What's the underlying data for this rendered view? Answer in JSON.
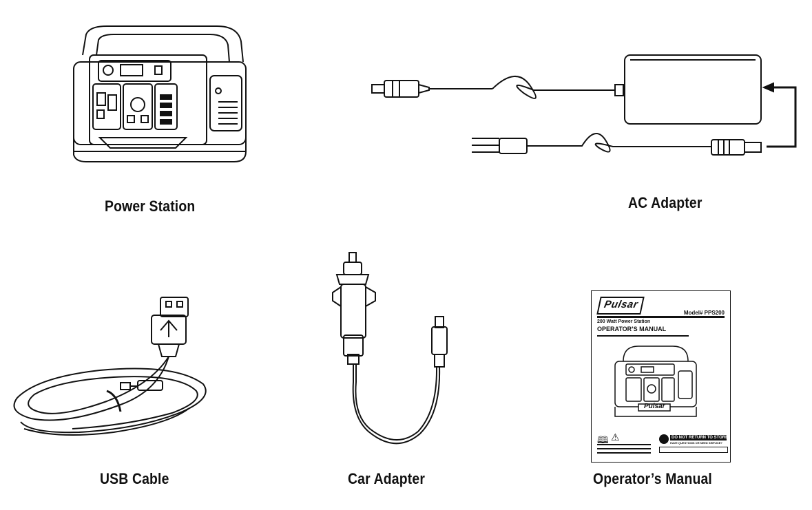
{
  "items": [
    {
      "label": "Power Station"
    },
    {
      "label": "AC Adapter"
    },
    {
      "label": "USB Cable"
    },
    {
      "label": "Car Adapter"
    },
    {
      "label": "Operator’s Manual"
    }
  ],
  "manual": {
    "brand": "Pulsar",
    "model": "Model# PPS200",
    "subtitle": "200 Watt Power Station",
    "title": "OPERATOR’S MANUAL",
    "notice": "DO NOT RETURN TO STORE!",
    "notice_sub": "HAVE QUESTIONS OR NEED SERVICE?"
  }
}
